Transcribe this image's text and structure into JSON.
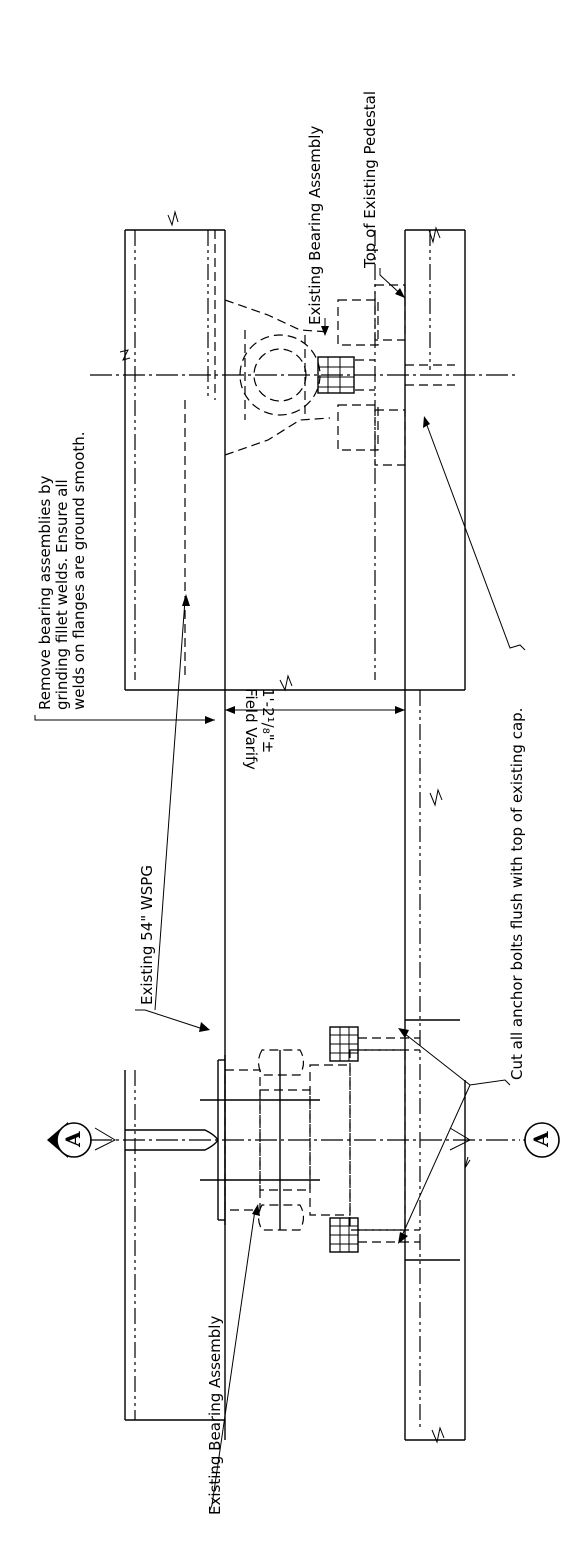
{
  "labels": {
    "remove_note_line1": "Remove bearing assemblies by",
    "remove_note_line2": "grinding fillet welds. Ensure all",
    "remove_note_line3": "welds on flanges are ground smooth.",
    "existing_bearing_assembly_top": "Existing Bearing Assembly",
    "top_of_existing_pedestal": "Top of Existing Pedestal",
    "existing_girder": "Existing 54\" WSPG",
    "field_verify": "Field Varify",
    "dimension": "1'-2¹/₈\"±",
    "cut_anchor_bolts": "Cut all anchor bolts flush with top of existing cap.",
    "existing_bearing_assembly_bottom": "Existing Bearing Assembly",
    "section_marker_left": "A",
    "section_marker_right": "A"
  }
}
